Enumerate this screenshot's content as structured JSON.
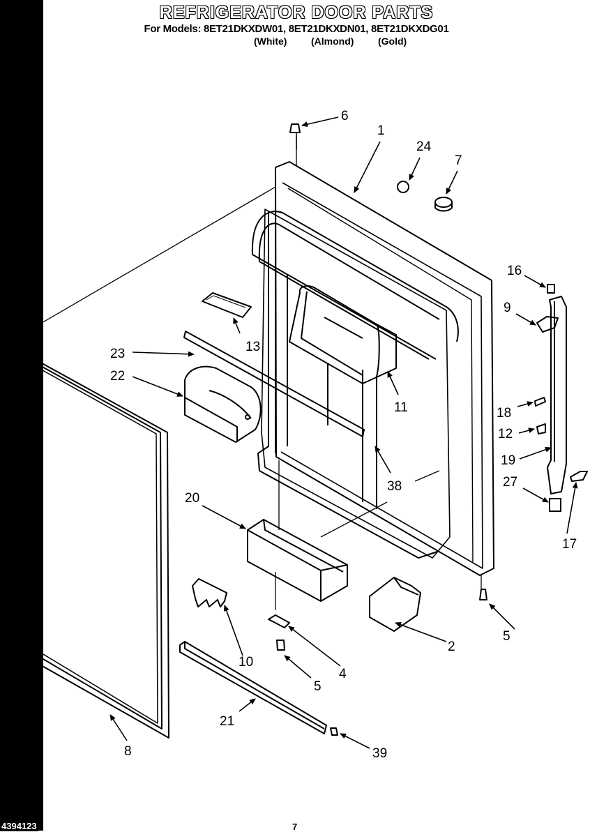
{
  "header": {
    "title": "REFRIGERATOR DOOR PARTS",
    "models_line": "For Models: 8ET21DKXDW01, 8ET21DKXDN01, 8ET21DKXDG01",
    "color_white": "(White)",
    "color_almond": "(Almond)",
    "color_gold": "(Gold)"
  },
  "callouts": {
    "c1": "1",
    "c2": "2",
    "c4": "4",
    "c5a": "5",
    "c5b": "5",
    "c6": "6",
    "c7": "7",
    "c8": "8",
    "c9": "9",
    "c10": "10",
    "c11": "11",
    "c12": "12",
    "c13": "13",
    "c16": "16",
    "c17": "17",
    "c18": "18",
    "c19": "19",
    "c20": "20",
    "c21": "21",
    "c22": "22",
    "c23": "23",
    "c24": "24",
    "c27": "27",
    "c38": "38",
    "c39": "39"
  },
  "footer": {
    "code": "4394123",
    "page": "7"
  }
}
